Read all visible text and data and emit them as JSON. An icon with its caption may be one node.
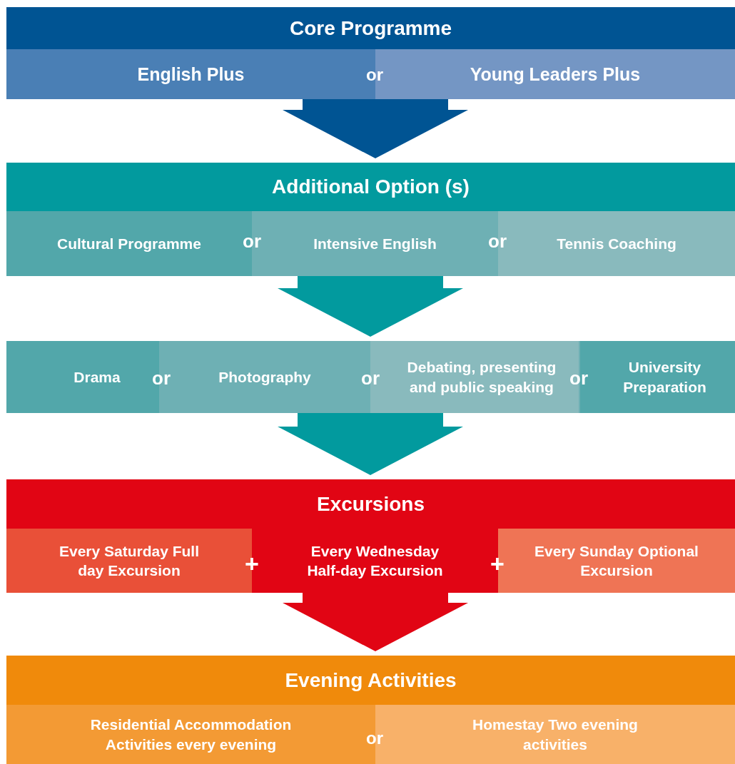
{
  "diagram": {
    "nodes": [
      {
        "text": [
          "Core Programme"
        ]
      },
      {
        "text": [
          "English Plus"
        ],
        "in": 0
      },
      {
        "text": [
          "Young Leaders Plus"
        ],
        "in": 0
      },
      {
        "text": [
          "Additional Option (s)"
        ]
      },
      {
        "text": [
          "Cultural Programme"
        ],
        "in": 3
      },
      {
        "text": [
          "Intensive English"
        ],
        "in": 3
      },
      {
        "text": [
          "Tennis Coaching"
        ],
        "in": 3
      },
      {
        "text": [],
        "shape": "band"
      },
      {
        "text": [
          "Drama"
        ],
        "in": 7
      },
      {
        "text": [
          "Photography"
        ],
        "in": 7
      },
      {
        "text": [
          "Debating, presenting and public speaking"
        ],
        "in": 7
      },
      {
        "text": [
          "University Preparation"
        ],
        "in": 7
      },
      {
        "text": [
          "Excursions"
        ]
      },
      {
        "text": [
          "Every Saturday Full day Excursion"
        ],
        "in": 12
      },
      {
        "text": [
          "Every Wednesday Half-day Excursion"
        ],
        "in": 12
      },
      {
        "text": [
          "Every Sunday Optional Excursion"
        ],
        "in": 12
      },
      {
        "text": [
          "Evening Activities"
        ]
      },
      {
        "text": [
          "Residential Accommodation Activities every evening"
        ],
        "in": 16
      },
      {
        "text": [
          "Homestay Two evening activities"
        ],
        "in": 16
      }
    ],
    "edges": [
      {
        "from": 0,
        "to": 3,
        "arrow": "to",
        "color": "#005493"
      },
      {
        "from": 3,
        "to": 7,
        "arrow": "to"
      },
      {
        "from": 7,
        "to": 12,
        "arrow": "to"
      },
      {
        "from": 12,
        "to": 16,
        "arrow": "to",
        "color": "#e10514"
      }
    ],
    "labels": [
      "or",
      "or",
      "or",
      "or",
      "or",
      "or",
      "+",
      "+",
      "or"
    ]
  }
}
